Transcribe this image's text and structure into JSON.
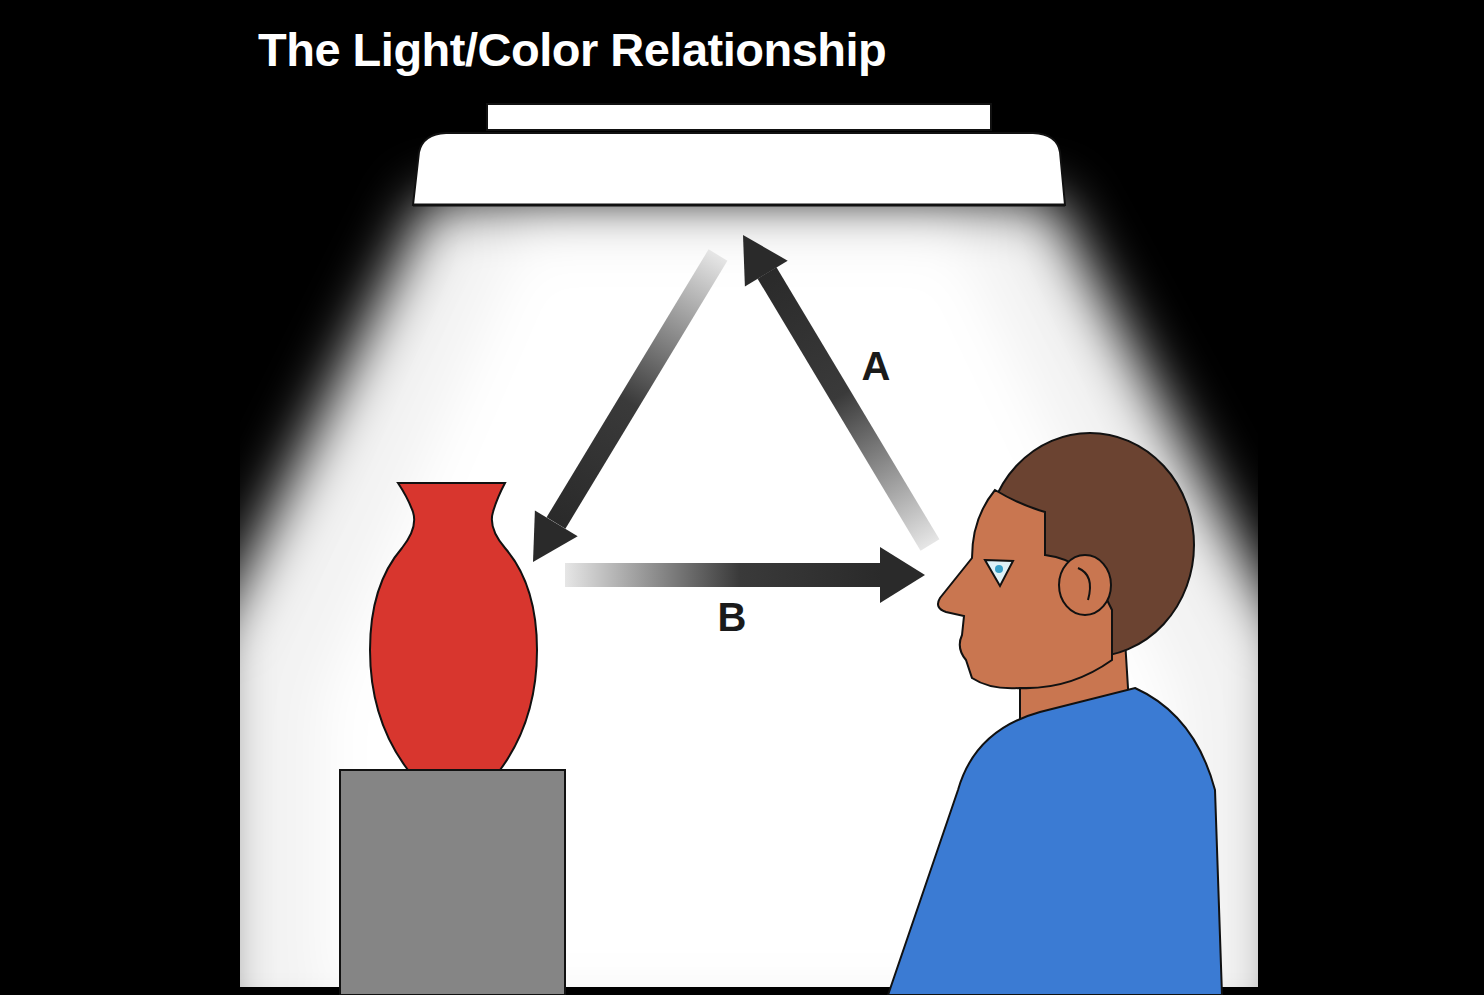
{
  "diagram": {
    "title": "The Light/Color Relationship",
    "labels": [
      "A",
      "B"
    ]
  }
}
